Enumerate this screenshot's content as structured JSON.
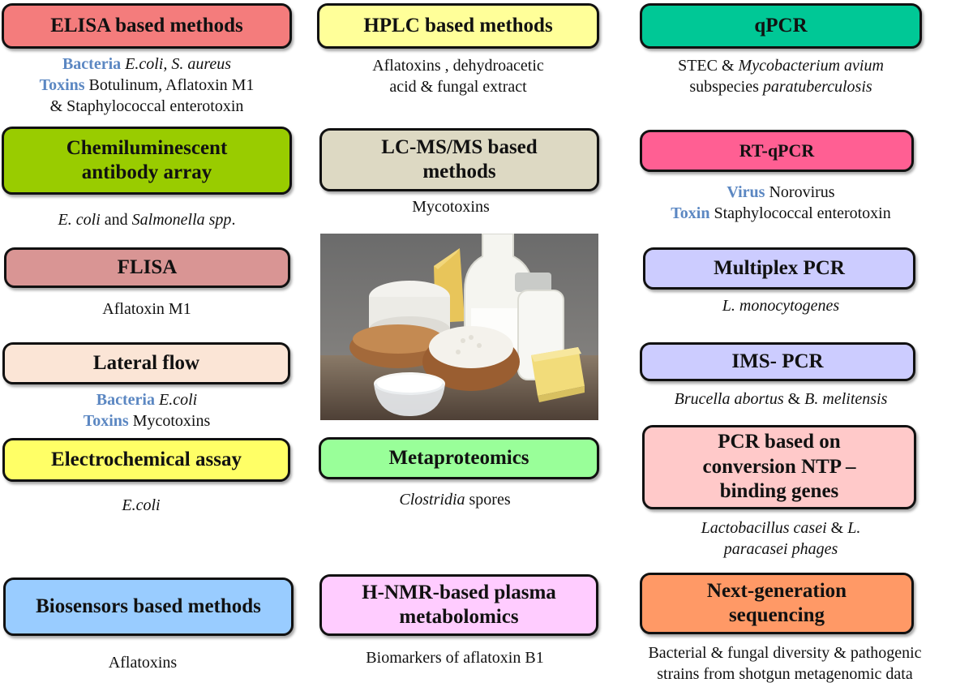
{
  "colors": {
    "elisa": "#f47c7c",
    "hplc": "#ffff99",
    "qpcr": "#00c896",
    "chemi": "#99cc00",
    "lcms": "#ddd9c3",
    "rtqpcr": "#ff5f93",
    "flisa": "#d99594",
    "multiplex": "#ccccff",
    "lateral": "#fbe5d6",
    "ims": "#ccccff",
    "electro": "#ffff66",
    "metaprot": "#99ff99",
    "pcrntp": "#ffc9c9",
    "biosensors": "#99ccff",
    "hnmr": "#ffccff",
    "ngs": "#ff9966",
    "keyword": "#5b87c2"
  },
  "image": {
    "subject": "dairy products photo: cheese wedge, milk bottles, cottage cheese, yogurt, butter"
  },
  "methods": {
    "elisa": {
      "title": "ELISA based methods",
      "k1": "Bacteria",
      "t1": "E.coli, S. aureus",
      "k2": "Toxins",
      "t2": " Botulinum, Aflatoxin M1",
      "t3": "& Staphylococcal  enterotoxin"
    },
    "hplc": {
      "title": "HPLC based methods",
      "l1": "Aflatoxins , dehydroacetic",
      "l2": "acid & fungal extract"
    },
    "qpcr": {
      "title": "qPCR",
      "l1a": "STEC & ",
      "l1b": "Mycobacterium avium",
      "l2a": "subspecies ",
      "l2b": "paratuberculosis"
    },
    "chemi": {
      "title1": "Chemiluminescent",
      "title2": "antibody array",
      "a": "E. coli",
      "b": " and ",
      "c": "Salmonella spp",
      "d": "."
    },
    "lcms": {
      "title1": "LC-MS/MS based",
      "title2": "methods",
      "l1": "Mycotoxins"
    },
    "rtqpcr": {
      "title": "RT-qPCR",
      "k1": "Virus",
      "t1": " Norovirus",
      "k2": "Toxin",
      "t2": " Staphylococcal enterotoxin"
    },
    "flisa": {
      "title": "FLISA",
      "l1": "Aflatoxin M1"
    },
    "multiplex": {
      "title": "Multiplex PCR",
      "l1": "L. monocytogenes"
    },
    "lateral": {
      "title": "Lateral flow",
      "k1": "Bacteria",
      "t1": "E.coli",
      "k2": "Toxins",
      "t2": " Mycotoxins"
    },
    "ims": {
      "title": "IMS- PCR",
      "a": "Brucella abortus",
      "b": " & ",
      "c": "B. melitensis"
    },
    "electro": {
      "title": "Electrochemical assay",
      "l1": "E.coli"
    },
    "metaprot": {
      "title": "Metaproteomics",
      "a": "Clostridia",
      "b": " spores"
    },
    "pcrntp": {
      "title1": "PCR based on",
      "title2": "conversion NTP –",
      "title3": "binding genes",
      "a": "Lactobacillus casei",
      "b": " & ",
      "c": "L.",
      "d": "paracasei phages"
    },
    "biosensors": {
      "title": "Biosensors based methods",
      "l1": "Aflatoxins"
    },
    "hnmr": {
      "title1": "H-NMR-based plasma",
      "title2": "metabolomics",
      "l1": "Biomarkers of aflatoxin B1"
    },
    "ngs": {
      "title1": "Next-generation",
      "title2": "sequencing",
      "l1": "Bacterial & fungal diversity & pathogenic",
      "l2": "strains from shotgun metagenomic data"
    }
  }
}
